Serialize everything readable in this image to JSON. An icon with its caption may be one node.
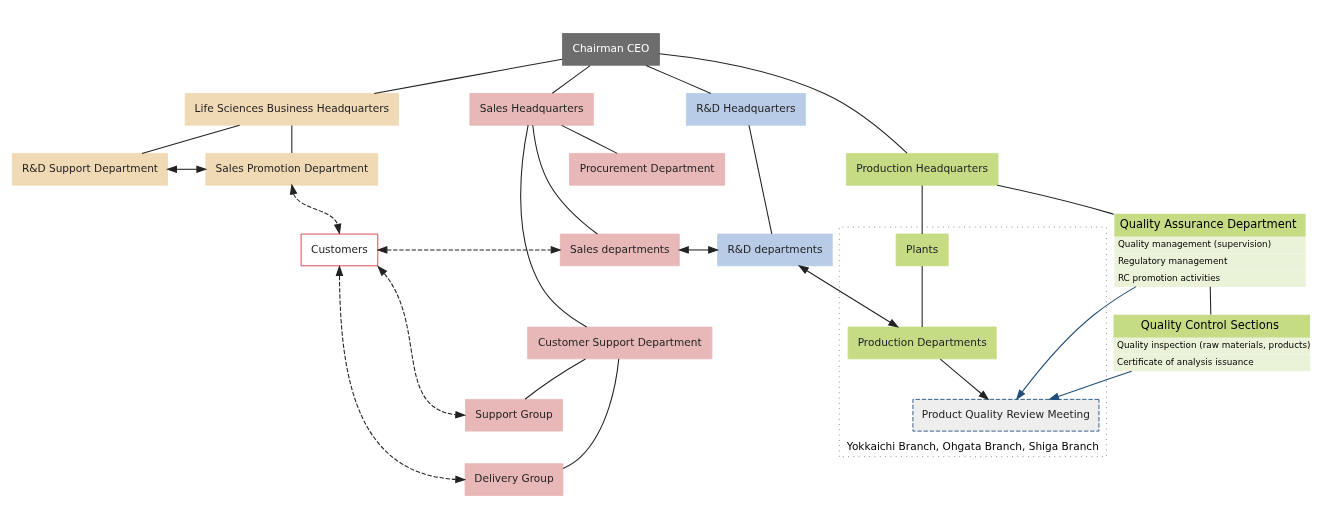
{
  "diagram": {
    "nodes": [
      {
        "text": [
          "Chairman CEO"
        ]
      },
      {
        "text": [
          "Life Sciences Business Headquarters"
        ]
      },
      {
        "text": [
          "Sales Headquarters"
        ]
      },
      {
        "text": [
          "R&D Headquarters"
        ]
      },
      {
        "text": [
          "Production Headquarters"
        ]
      },
      {
        "text": [
          "R&D Support Department"
        ]
      },
      {
        "text": [
          "Sales Promotion Department"
        ]
      },
      {
        "text": [
          "Customers"
        ]
      },
      {
        "text": [
          "Procurement Department"
        ]
      },
      {
        "text": [
          "Sales departments"
        ]
      },
      {
        "text": [
          "Customer Support Department"
        ]
      },
      {
        "text": [
          "Support Group"
        ]
      },
      {
        "text": [
          "Delivery Group"
        ]
      },
      {
        "text": [
          "R&D departments"
        ]
      },
      {
        "text": [
          "Yokkaichi Branch, Ohgata Branch, Shiga Branch"
        ]
      },
      {
        "text": [
          "Plants"
        ],
        "in": 14
      },
      {
        "text": [
          "Production Departments"
        ],
        "in": 14
      },
      {
        "text": [
          "Product Quality Review Meeting"
        ],
        "in": 14
      },
      {
        "text": [
          "Quality Assurance Department",
          "Quality management (supervision)",
          "Regulatory management",
          "RC promotion activities"
        ]
      },
      {
        "text": [
          "Quality Control Sections",
          "Quality inspection (raw materials, products)",
          "Certificate of analysis issuance"
        ]
      }
    ],
    "edges": [
      {
        "from": 0,
        "to": 1,
        "arrow": "none"
      },
      {
        "from": 0,
        "to": 2,
        "arrow": "none"
      },
      {
        "from": 0,
        "to": 3,
        "arrow": "none"
      },
      {
        "from": 0,
        "to": 4,
        "arrow": "none"
      },
      {
        "from": 1,
        "to": 5,
        "arrow": "none"
      },
      {
        "from": 1,
        "to": 6,
        "arrow": "none"
      },
      {
        "from": 5,
        "to": 6,
        "arrow": "both"
      },
      {
        "from": 6,
        "to": 7,
        "arrow": "both",
        "style": "dashed"
      },
      {
        "from": 2,
        "to": 8,
        "arrow": "none"
      },
      {
        "from": 2,
        "to": 9,
        "arrow": "none"
      },
      {
        "from": 2,
        "to": 10,
        "arrow": "none"
      },
      {
        "from": 7,
        "to": 9,
        "arrow": "both",
        "style": "dashed"
      },
      {
        "from": 10,
        "to": 11,
        "arrow": "none"
      },
      {
        "from": 10,
        "to": 12,
        "arrow": "none"
      },
      {
        "from": 7,
        "to": 11,
        "arrow": "both",
        "style": "dashed"
      },
      {
        "from": 7,
        "to": 12,
        "arrow": "both",
        "style": "dashed"
      },
      {
        "from": 3,
        "to": 13,
        "arrow": "none"
      },
      {
        "from": 9,
        "to": 13,
        "arrow": "both"
      },
      {
        "from": 13,
        "to": 16,
        "arrow": "both"
      },
      {
        "from": 4,
        "to": 15,
        "arrow": "none"
      },
      {
        "from": 4,
        "to": 18,
        "arrow": "none"
      },
      {
        "from": 15,
        "to": 16,
        "arrow": "none"
      },
      {
        "from": 16,
        "to": 17,
        "arrow": "to"
      },
      {
        "from": 18,
        "to": 17,
        "arrow": "to",
        "color": "#1f4e79"
      },
      {
        "from": 18,
        "to": 19,
        "arrow": "none"
      },
      {
        "from": 19,
        "to": 17,
        "arrow": "to",
        "color": "#1f4e79"
      }
    ]
  }
}
